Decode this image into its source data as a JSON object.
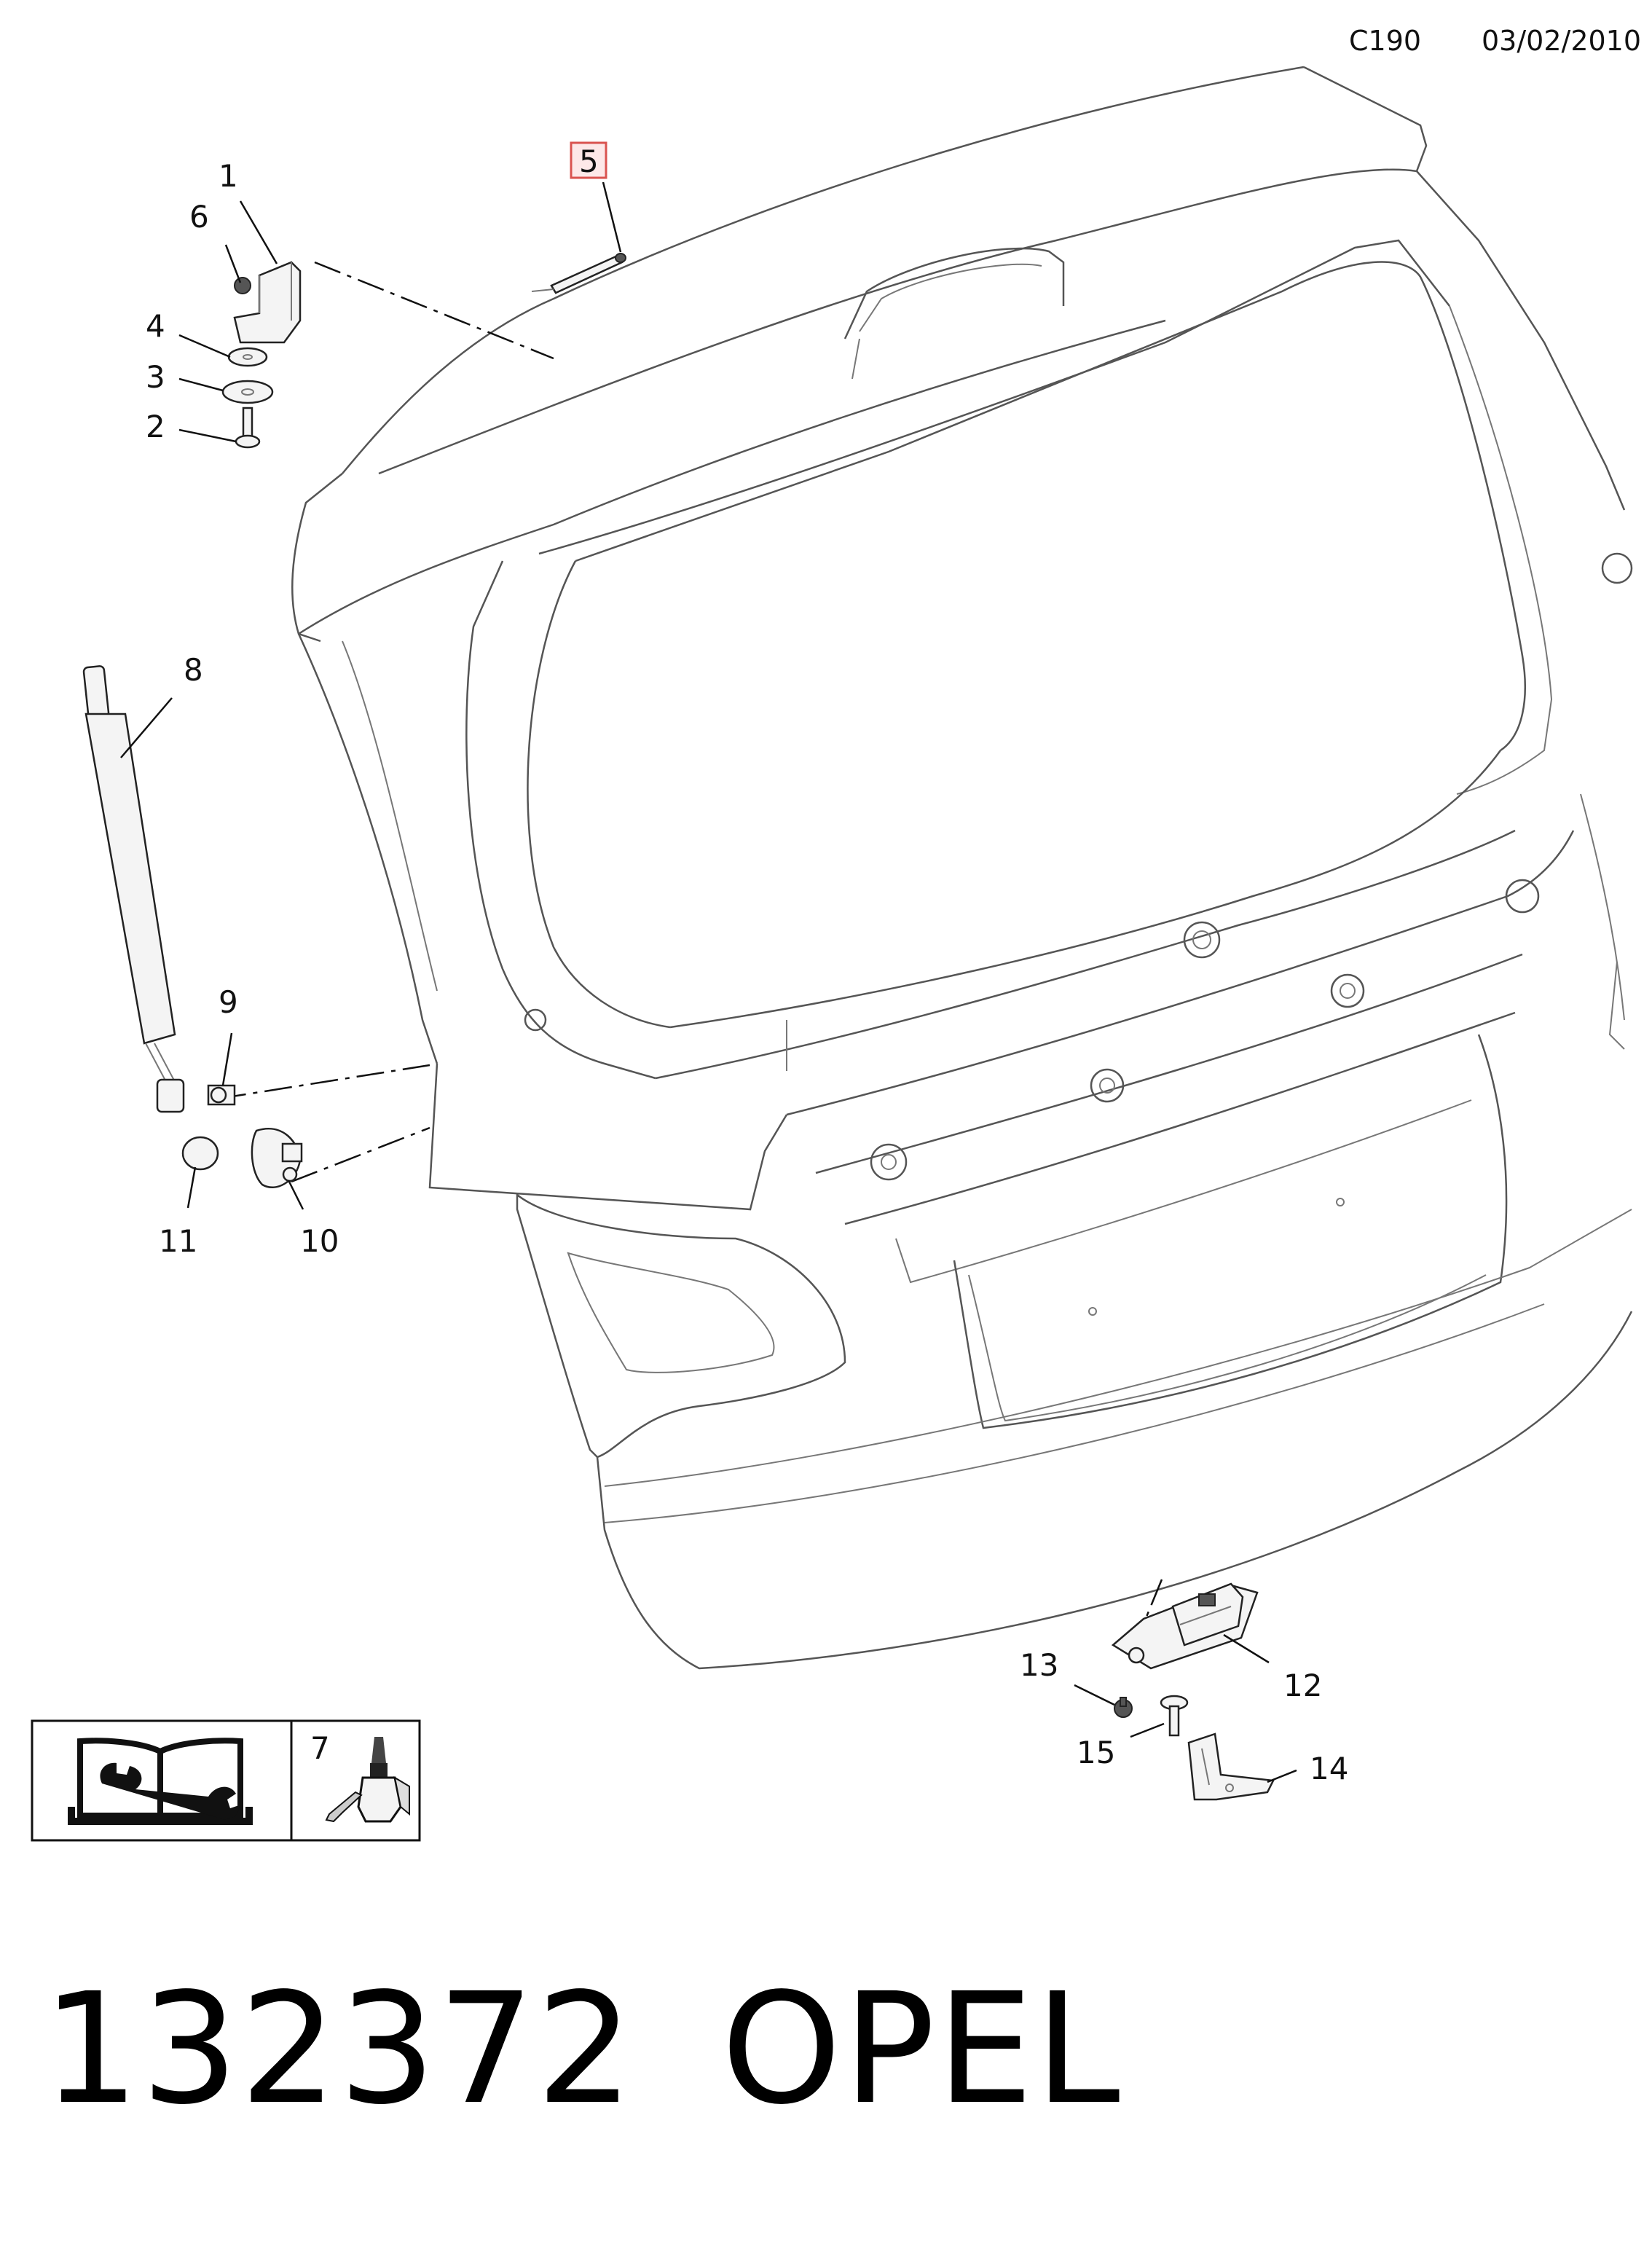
{
  "header": {
    "code": "C190",
    "date": "03/02/2010"
  },
  "footer": {
    "number": "132372",
    "brand": "OPEL"
  },
  "callouts": [
    {
      "id": "1",
      "label": "1"
    },
    {
      "id": "2",
      "label": "2"
    },
    {
      "id": "3",
      "label": "3"
    },
    {
      "id": "4",
      "label": "4"
    },
    {
      "id": "5",
      "label": "5",
      "highlighted": true
    },
    {
      "id": "6",
      "label": "6"
    },
    {
      "id": "7",
      "label": "7"
    },
    {
      "id": "8",
      "label": "8"
    },
    {
      "id": "9",
      "label": "9"
    },
    {
      "id": "10",
      "label": "10"
    },
    {
      "id": "11",
      "label": "11"
    },
    {
      "id": "12",
      "label": "12"
    },
    {
      "id": "13",
      "label": "13"
    },
    {
      "id": "14",
      "label": "14"
    },
    {
      "id": "15",
      "label": "15"
    }
  ],
  "icons": {
    "manual": "service-manual-icon",
    "adhesive": "adhesive-bottle-icon"
  },
  "colors": {
    "highlight_border": "#d9534f",
    "highlight_fill": "#fde8e8",
    "line": "#555555"
  }
}
